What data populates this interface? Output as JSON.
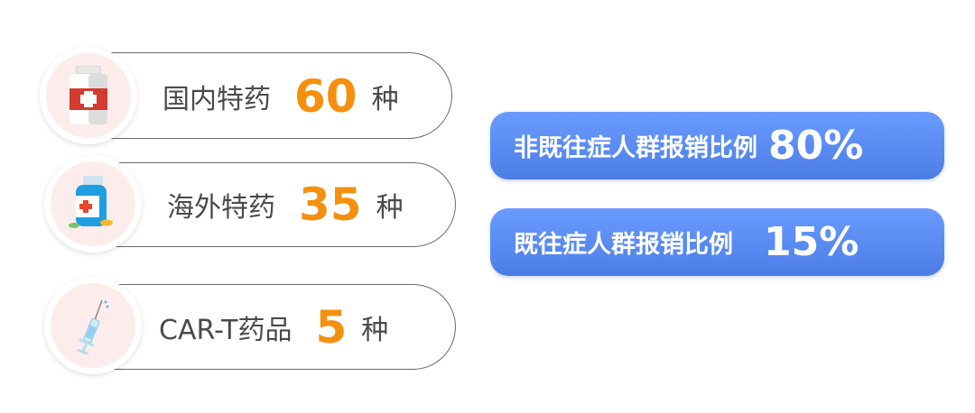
{
  "drug_rows": [
    {
      "label": "国内特药",
      "count": "60",
      "unit": "种",
      "icon": "medicine-bottle-icon"
    },
    {
      "label": "海外特药",
      "count": "35",
      "unit": "种",
      "icon": "blue-medicine-bottle-icon"
    },
    {
      "label": "CAR-T药品",
      "count": "5",
      "unit": "种",
      "icon": "syringe-icon"
    }
  ],
  "reimbursement": [
    {
      "label": "非既往症人群报销比例",
      "value": "80%"
    },
    {
      "label": "既往症人群报销比例",
      "value": "15%"
    }
  ],
  "colors": {
    "accent": "#f5900e",
    "blue_top": "#6a9bff",
    "blue_bottom": "#4c7de6",
    "text": "#4a4a4a"
  }
}
